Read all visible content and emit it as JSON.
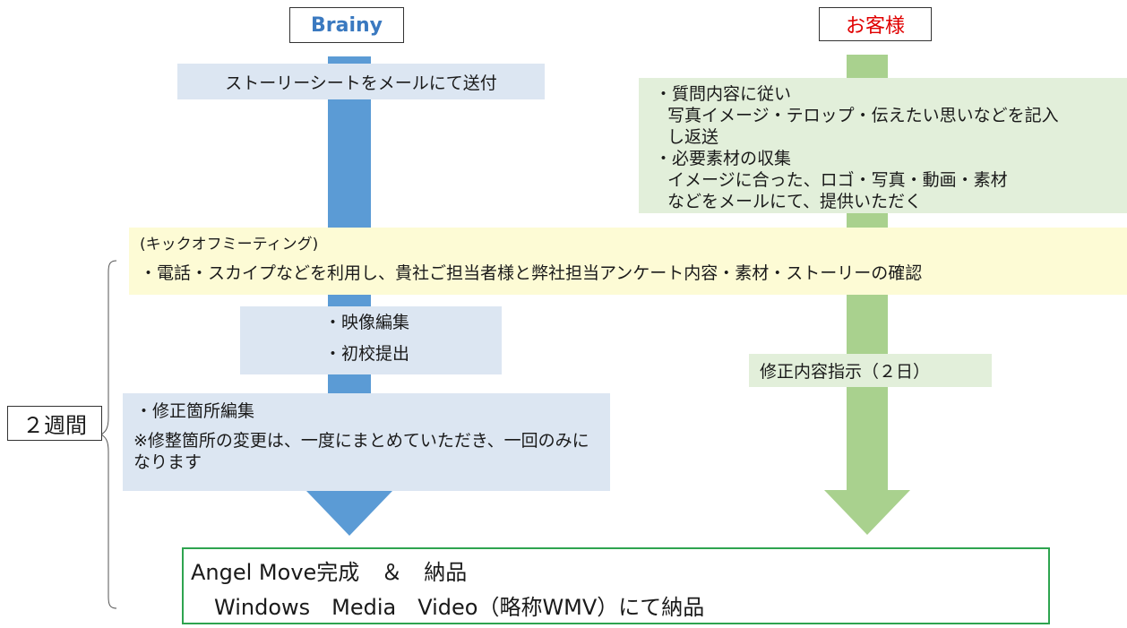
{
  "headers": {
    "brainy": "Brainy",
    "client": "お客様"
  },
  "brainy_steps": {
    "story_sheet": "ストーリーシートをメールにて送付",
    "edit_line1": "・映像編集",
    "edit_line2": "・初校提出",
    "fix_line1": "・修正箇所編集",
    "fix_note": "※修整箇所の変更は、一度にまとめていただき、一回のみになります"
  },
  "client_steps": {
    "tasks": [
      "・質問内容に従い",
      "写真イメージ・テロップ・伝えたい思いなどを記入",
      "し返送",
      "・必要素材の収集",
      "イメージに合った、ロゴ・写真・動画・素材",
      "などをメールにて、提供いただく"
    ],
    "revision": "修正内容指示（２日）"
  },
  "kickoff": {
    "title": "(キックオフミーティング)",
    "body": "・電話・スカイプなどを利用し、貴社ご担当者様と弊社担当アンケート内容・素材・ストーリーの確認"
  },
  "duration_label": "２週間",
  "final": {
    "line1": "Angel Move完成　＆　納品",
    "line2": "Windows　Media　Video（略称WMV）にて納品"
  },
  "colors": {
    "brainy_arrow": "#5b9bd5",
    "client_arrow": "#a9d18e",
    "brainy_box": "#dce6f2",
    "client_box": "#e2efda",
    "kickoff_box": "#fdfbd5",
    "brainy_text": "#3a79c0",
    "client_text": "#e00000",
    "final_border": "#2ea44f"
  }
}
